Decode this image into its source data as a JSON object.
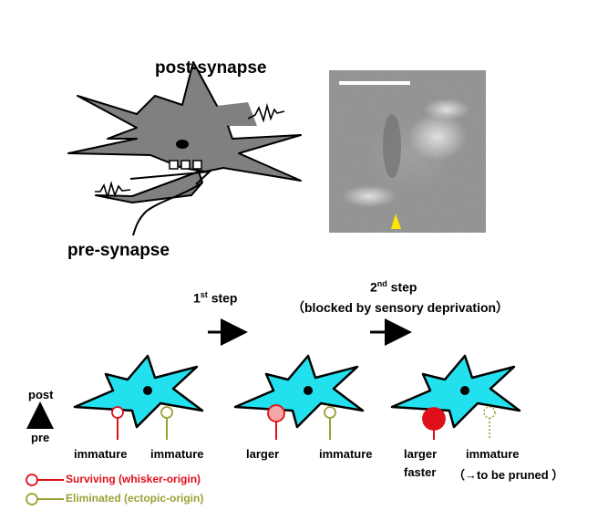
{
  "top": {
    "post_synapse_label": "post-synapse",
    "pre_synapse_label": "pre-synapse"
  },
  "steps": {
    "first": {
      "num": "1",
      "sup": "st",
      "word": " step"
    },
    "second": {
      "num": "2",
      "sup": "nd",
      "word": " step",
      "note": "（blocked by sensory deprivation）"
    }
  },
  "axis": {
    "post": "post",
    "pre": "pre"
  },
  "stages": [
    {
      "left": "immature",
      "right": "immature"
    },
    {
      "left": "larger",
      "right": "immature"
    },
    {
      "left": "larger",
      "left2": "faster",
      "right": "immature",
      "right2": "（→to be pruned ）"
    }
  ],
  "legend": [
    {
      "label": "Surviving (whisker-origin)",
      "color": "#e0101a"
    },
    {
      "label": "Eliminated (ectopic-origin)",
      "color": "#9aa136"
    }
  ],
  "colors": {
    "soma_cyan": "#22e0ee",
    "cell_gray": "#808080",
    "surviving": "#e0101a",
    "surviving_light": "#f4a6a6",
    "eliminated": "#9aa136",
    "arrowhead": "#ffe600"
  }
}
